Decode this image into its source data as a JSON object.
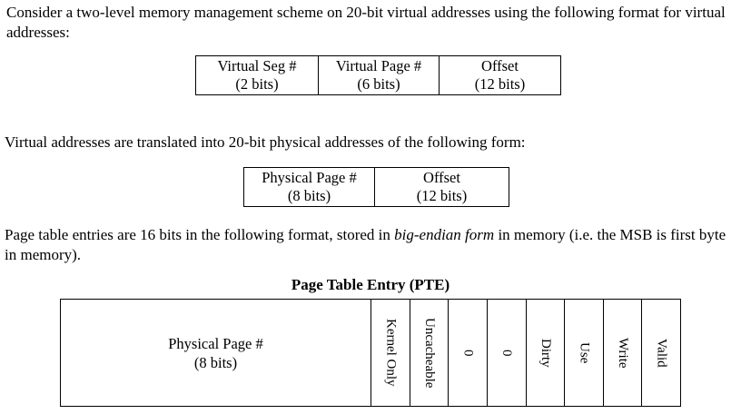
{
  "page": {
    "para1": "Consider a two-level memory management scheme on 20-bit virtual addresses using the following format for virtual addresses:",
    "para2": "Virtual addresses are translated into 20-bit physical addresses of the following form:",
    "para3_before": "Page table entries are 16 bits in the following format, stored in ",
    "para3_italic": "big-endian form",
    "para3_after": " in memory (i.e. the MSB is first byte in memory)."
  },
  "virtual_address_table": {
    "cells": [
      {
        "label": "Virtual Seg #",
        "bits": "(2 bits)"
      },
      {
        "label": "Virtual Page #",
        "bits": "(6 bits)"
      },
      {
        "label": "Offset",
        "bits": "(12 bits)"
      }
    ]
  },
  "physical_address_table": {
    "cells": [
      {
        "label": "Physical Page #",
        "bits": "(8 bits)"
      },
      {
        "label": "Offset",
        "bits": "(12 bits)"
      }
    ]
  },
  "pte": {
    "title": "Page Table Entry (PTE)",
    "main_cell": {
      "label": "Physical Page #",
      "bits": "(8 bits)"
    },
    "flags": [
      "Kernel Only",
      "Uncacheable",
      "0",
      "0",
      "Dirty",
      "Use",
      "Write",
      "Valid"
    ]
  },
  "colors": {
    "text": "#000000",
    "border": "#000000",
    "background": "#ffffff"
  }
}
